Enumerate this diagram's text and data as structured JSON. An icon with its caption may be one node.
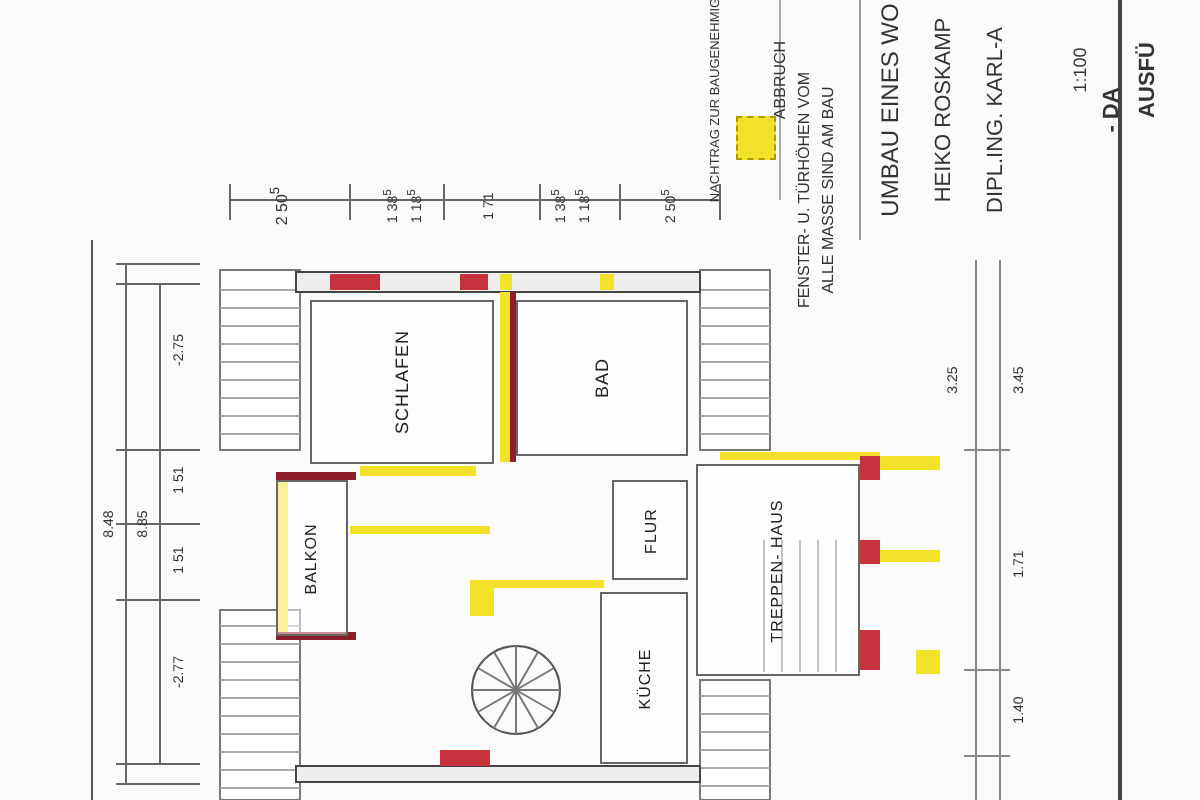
{
  "diagram": {
    "nodes": [
      {
        "text": [
          "SCHLAFEN"
        ]
      },
      {
        "text": [
          "BAD"
        ]
      },
      {
        "text": [
          "BALKON"
        ]
      },
      {
        "text": [
          "FLUR"
        ]
      },
      {
        "text": [
          "TREPPEN- HAUS"
        ]
      },
      {
        "text": [
          "KÜCHE"
        ]
      }
    ],
    "labels": [
      "NACHTRAG ZUR BAUGENEHMIG",
      "FENSTER- U. TÜRHÖHEN VOM",
      "ALLE MASSE SIND AM BAU",
      "UMBAU EINES WO",
      "HEIKO ROSKAMP",
      "DIPL.ING. KARL-A",
      "1:100",
      "- DA",
      "AUSFÜ",
      "2 50$^{5}$",
      "1 38$^{5}$",
      "1 18$^{5}$",
      "1 71",
      "1 38$^{5}$",
      "1 18$^{5}$",
      "2 50$^{5}$",
      "8.48",
      "8.85",
      "-2.75",
      "1 51",
      "1 51",
      "-2.77",
      "3.25",
      "3.45",
      "1.71",
      "1.40"
    ],
    "legend": [
      {
        "text": "ABBRUCH",
        "color": "#f2e32a"
      }
    ]
  }
}
